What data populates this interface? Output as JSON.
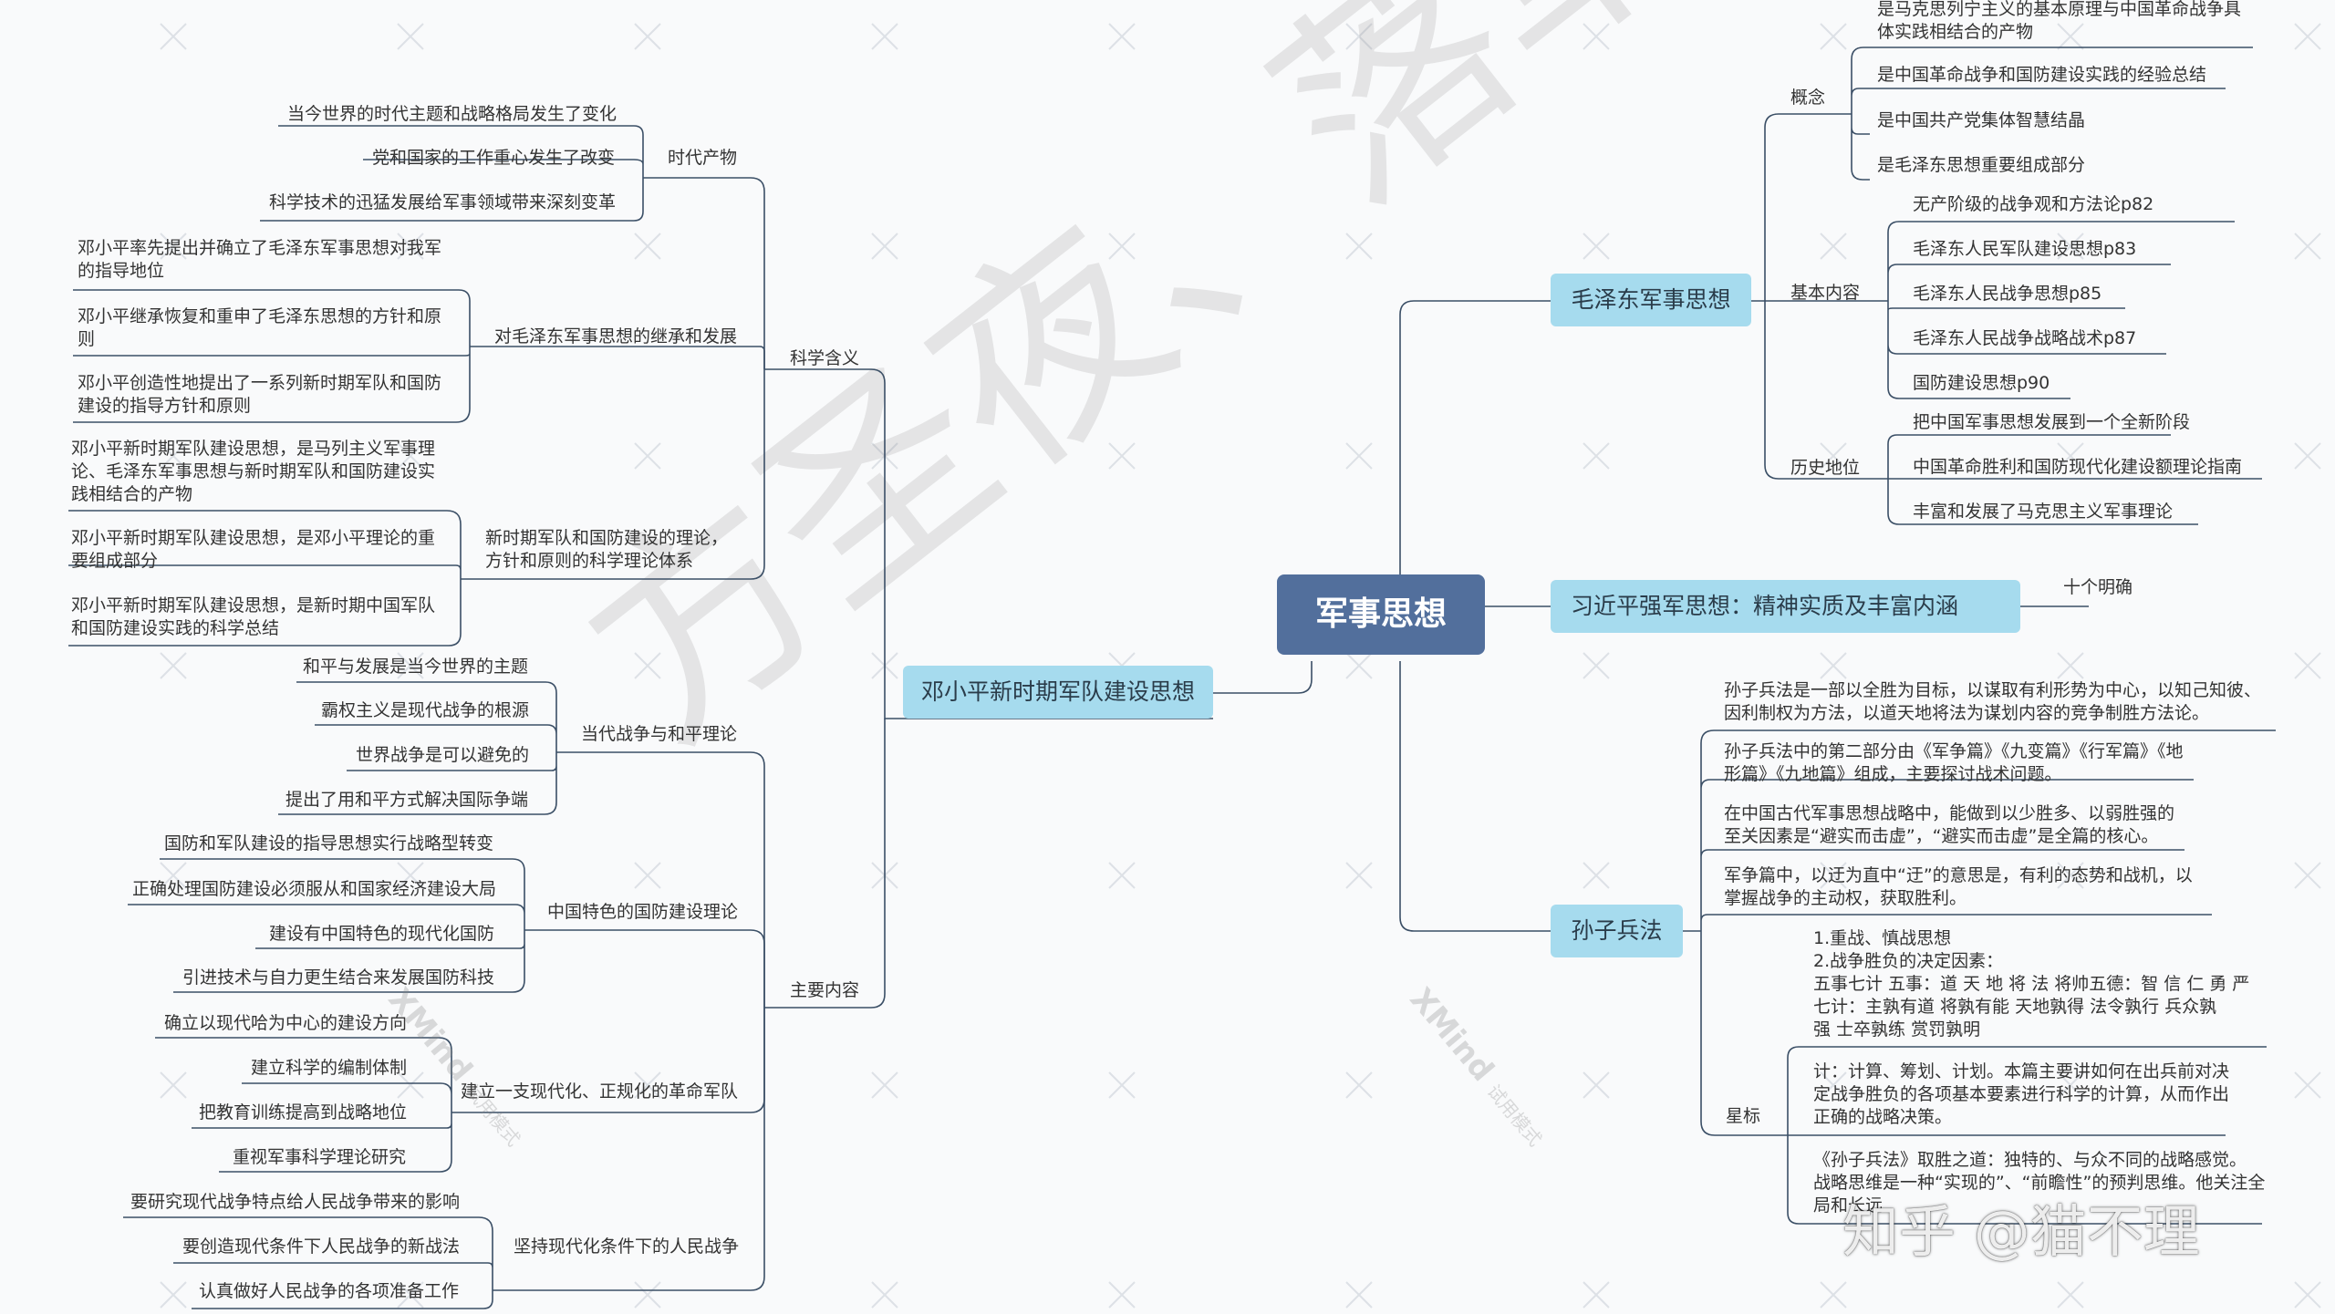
{
  "center": "军事思想",
  "branches": {
    "deng": {
      "title": "邓小平新时期军队建设思想",
      "kexue": {
        "title": "科学含义",
        "shidai": {
          "title": "时代产物",
          "items": [
            "当今世界的时代主题和战略格局发生了变化",
            "党和国家的工作重心发生了改变",
            "科学技术的迅猛发展给军事领域带来深刻变革"
          ]
        },
        "jicheng": {
          "title": "对毛泽东军事思想的继承和发展",
          "items": [
            "邓小平率先提出并确立了毛泽东军事思想对我军的指导地位",
            "邓小平继承恢复和重申了毛泽东思想的方针和原则",
            "邓小平创造性地提出了一系列新时期军队和国防建设的指导方针和原则"
          ]
        },
        "xinshiqi": {
          "title": "新时期军队和国防建设的理论，方针和原则的科学理论体系",
          "items": [
            "邓小平新时期军队建设思想，是马列主义军事理论、毛泽东军事思想与新时期军队和国防建设实践相结合的产物",
            "邓小平新时期军队建设思想，是邓小平理论的重要组成部分",
            "邓小平新时期军队建设思想，是新时期中国军队和国防建设实践的科学总结"
          ]
        }
      },
      "zhuyao": {
        "title": "主要内容",
        "zhanzheng": {
          "title": "当代战争与和平理论",
          "items": [
            "和平与发展是当今世界的主题",
            "霸权主义是现代战争的根源",
            "世界战争是可以避免的",
            "提出了用和平方式解决国际争端"
          ]
        },
        "guofang": {
          "title": "中国特色的国防建设理论",
          "items": [
            "国防和军队建设的指导思想实行战略型转变",
            "正确处理国防建设必须服从和国家经济建设大局",
            "建设有中国特色的现代化国防",
            "引进技术与自力更生结合来发展国防科技"
          ]
        },
        "geming": {
          "title": "建立一支现代化、正规化的革命军队",
          "items": [
            "确立以现代哈为中心的建设方向",
            "建立科学的编制体制",
            "把教育训练提高到战略地位",
            "重视军事科学理论研究"
          ]
        },
        "renmin": {
          "title": "坚持现代化条件下的人民战争",
          "items": [
            "要研究现代战争特点给人民战争带来的影响",
            "要创造现代条件下人民战争的新战法",
            "认真做好人民战争的各项准备工作"
          ]
        }
      }
    },
    "mao": {
      "title": "毛泽东军事思想",
      "gainian": {
        "title": "概念",
        "items": [
          "是马克思列宁主义的基本原理与中国革命战争具体实践相结合的产物",
          "是中国革命战争和国防建设实践的经验总结",
          "是中国共产党集体智慧结晶",
          "是毛泽东思想重要组成部分"
        ]
      },
      "neirong": {
        "title": "基本内容",
        "items": [
          "无产阶级的战争观和方法论p82",
          "毛泽东人民军队建设思想p83",
          "毛泽东人民战争思想p85",
          "毛泽东人民战争战略战术p87",
          "国防建设思想p90"
        ]
      },
      "diwei": {
        "title": "历史地位",
        "items": [
          "把中国军事思想发展到一个全新阶段",
          "中国革命胜利和国防现代化建设额理论指南",
          "丰富和发展了马克思主义军事理论"
        ]
      }
    },
    "xi": {
      "title": "习近平强军思想：精神实质及丰富内涵",
      "items": [
        "十个明确"
      ]
    },
    "sunzi": {
      "title": "孙子兵法",
      "items": [
        "孙子兵法是一部以全胜为目标，以谋取有利形势为中心，以知己知彼、因利制权为方法，以道天地将法为谋划内容的竞争制胜方法论。",
        "孙子兵法中的第二部分由《军争篇》《九变篇》《行军篇》《地形篇》《九地篇》组成，主要探讨战术问题。",
        "在中国古代军事思想战略中，能做到以少胜多、以弱胜强的至关因素是“避实而击虚”，“避实而击虚”是全篇的核心。",
        "军争篇中，以迂为直中“迂”的意思是，有利的态势和战机，以掌握战争的主动权，获取胜利。"
      ],
      "xingbiao": {
        "title": "星标",
        "items": [
          [
            "1.重战、慎战思想",
            "2.战争胜负的决定因素：",
            "五事七计 五事：道 天 地 将 法  将帅五德：智 信 仁 勇 严",
            "七计：主孰有道  将孰有能  天地孰得  法令孰行  兵众孰",
            "强  士卒孰练  赏罚孰明"
          ],
          [
            "计：计算、筹划、计划。本篇主要讲如何在出兵前对决定战争胜负的各项基本要素进行科学的计算，从而作出正确的战略决策。"
          ],
          [
            "《孙子兵法》取胜之道：独特的、与众不同的战略感觉。",
            "战略思维是一种“实现的”、“前瞻性”的预判思维。他关注全",
            "局和长远"
          ]
        ]
      }
    }
  },
  "watermarks": {
    "calligraphy": "方圣夜、落草为寇",
    "zhihu": "知乎 @猫不理",
    "xmind": "XMind",
    "xmind_sub": "试用模式"
  },
  "colors": {
    "line": "#3b4f66",
    "secondary": "#a6dbee",
    "center": "#526f9c",
    "background": "#f9fafb"
  }
}
